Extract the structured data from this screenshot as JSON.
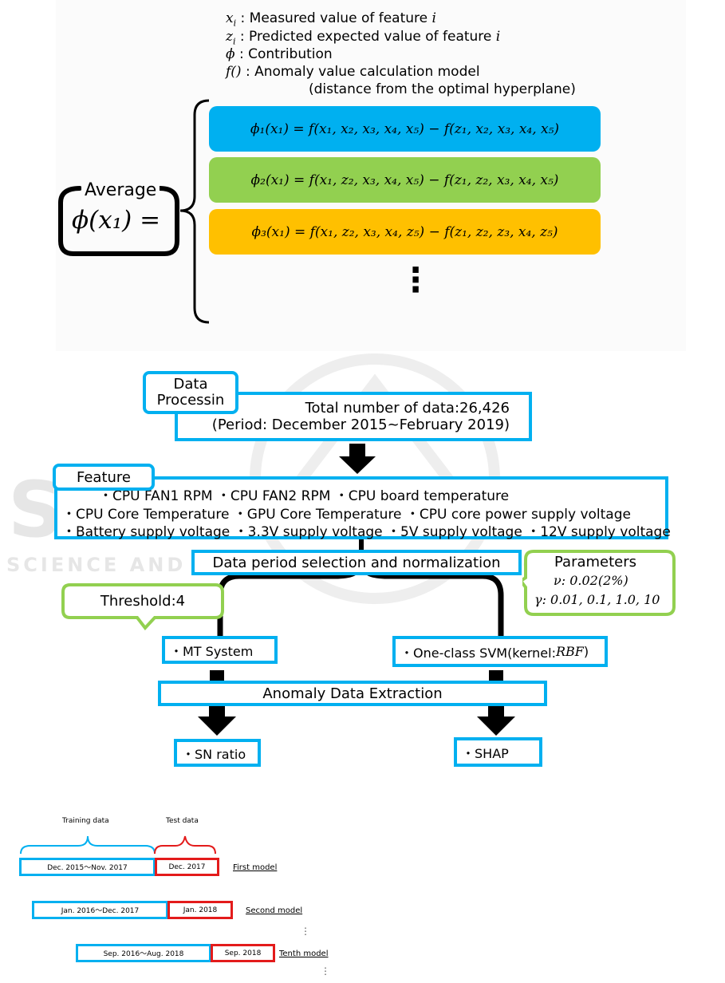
{
  "shap_figure": {
    "legend": [
      {
        "symbol": "xᵢ",
        "text": " : Measured value of feature ",
        "var": "i"
      },
      {
        "symbol": "zᵢ",
        "text": " : Predicted expected value of feature ",
        "var": "i"
      },
      {
        "symbol": "ϕ",
        "text": " : Contribution",
        "var": ""
      },
      {
        "symbol": "f()",
        "text": " :  Anomaly value calculation model",
        "var": ""
      }
    ],
    "legend_continuation": "(distance from the optimal hyperplane)",
    "average_label": "Average",
    "average_formula": "ϕ(x₁) =",
    "formulas": [
      {
        "text": "ϕ₁(x₁) = f(x₁, x₂, x₃, x₄, x₅) − f(z₁, x₂, x₃, x₄, x₅)",
        "color": "#00b0f0"
      },
      {
        "text": "ϕ₂(x₁) = f(x₁, z₂, x₃, x₄, x₅) − f(z₁, z₂, x₃, x₄, x₅)",
        "color": "#92d050"
      },
      {
        "text": "ϕ₃(x₁) = f(x₁, z₂, x₃, x₄, z₅) − f(z₁, z₂, z₃, x₄, z₅)",
        "color": "#ffc000"
      }
    ],
    "ellipsis": "⋮"
  },
  "flowchart": {
    "data_processing_tab": "Data\nProcessin",
    "total_data": "Total number of data:26,426",
    "period": "(Period: December 2015~February 2019)",
    "feature_tab": "Feature",
    "feature_lines": [
      "・CPU FAN1 RPM ・CPU FAN2 RPM ・CPU board temperature",
      "・CPU Core Temperature ・GPU Core Temperature ・CPU core power supply voltage",
      "・Battery supply voltage ・3.3V supply voltage ・5V supply voltage ・12V supply voltage"
    ],
    "selection": "Data period selection and normalization",
    "threshold": "Threshold:4",
    "parameters_title": "Parameters",
    "param_nu": "ν: 0.02(2%)",
    "param_gamma": "γ: 0.01, 0.1, 1.0, 10",
    "mt_system": "・MT System",
    "svm": "・One-class SVM(kernel:",
    "svm_kernel": "RBF",
    "svm_close": ")",
    "extraction": "Anomaly Data Extraction",
    "sn_ratio": "・SN ratio",
    "shap": "・SHAP",
    "colors": {
      "blue": "#00b0f0",
      "green": "#92d050",
      "arrow": "#000000"
    }
  },
  "watermark": {
    "big": "SCITEPRESS",
    "line": "SCIENCE AND TECHNOLOGY PUBLICATIONS"
  },
  "timeline": {
    "training_label": "Training data",
    "test_label": "Test data",
    "models": [
      {
        "train": "Dec. 2015～Nov. 2017",
        "test": "Dec. 2017",
        "name": "First model"
      },
      {
        "train": "Jan. 2016～Dec. 2017",
        "test": "Jan. 2018",
        "name": "Second model"
      },
      {
        "train": "Sep. 2016～Aug. 2018",
        "test": "Sep. 2018",
        "name": "Tenth model"
      }
    ],
    "colors": {
      "train": "#00b0f0",
      "test": "#e31b1b"
    }
  }
}
